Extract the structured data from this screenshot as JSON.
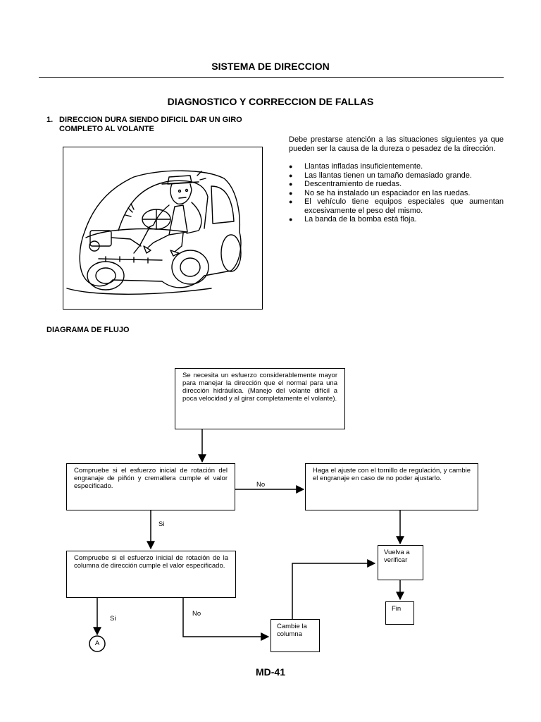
{
  "header": {
    "title": "SISTEMA DE DIRECCION"
  },
  "section": {
    "title": "DIAGNOSTICO Y CORRECCION DE FALLAS"
  },
  "item": {
    "number": "1.",
    "title": "DIRECCION DURA SIENDO DIFICIL DAR UN GIRO COMPLETO AL VOLANTE"
  },
  "intro": "Debe prestarse atención a las situaciones siguientes ya que pueden ser la causa de la dureza o pesadez de la dirección.",
  "bullets": [
    "Llantas infladas insuficientemente.",
    "Las llantas tienen un tamaño demasiado grande.",
    "Descentramiento de ruedas.",
    "No se ha instalado un espaciador en las ruedas.",
    "El vehículo tiene equipos especiales que aumentan excesivamente el peso del mismo.",
    "La banda de la bomba está floja."
  ],
  "diagram": {
    "label": "DIAGRAMA DE FLUJO",
    "boxes": {
      "start": "Se necesita un esfuerzo considerablemente mayor para manejar la dirección que el normal para una dirección hidráulica. (Manejo del volante difícil a poca velocidad y al girar completamente el volante).",
      "check_pinion": "Compruebe si el esfuerzo inicial de rotación del engranaje de piñón y cremallera cumple el valor especificado.",
      "adjust": "Haga el ajuste con el tornillo de regulación, y cambie el engranaje en caso de no poder ajustarlo.",
      "check_column": "Compruebe si el esfuerzo inicial de rotación de la columna de dirección cumple el valor especificado.",
      "verify": "Vuelva a verificar",
      "end": "Fin",
      "change_column": "Cambie la columna"
    },
    "labels": {
      "no_1": "No",
      "si_1": "Si",
      "no_2": "No",
      "si_2": "Si",
      "connector": "A"
    }
  },
  "footer": {
    "page_number": "MD-41"
  }
}
